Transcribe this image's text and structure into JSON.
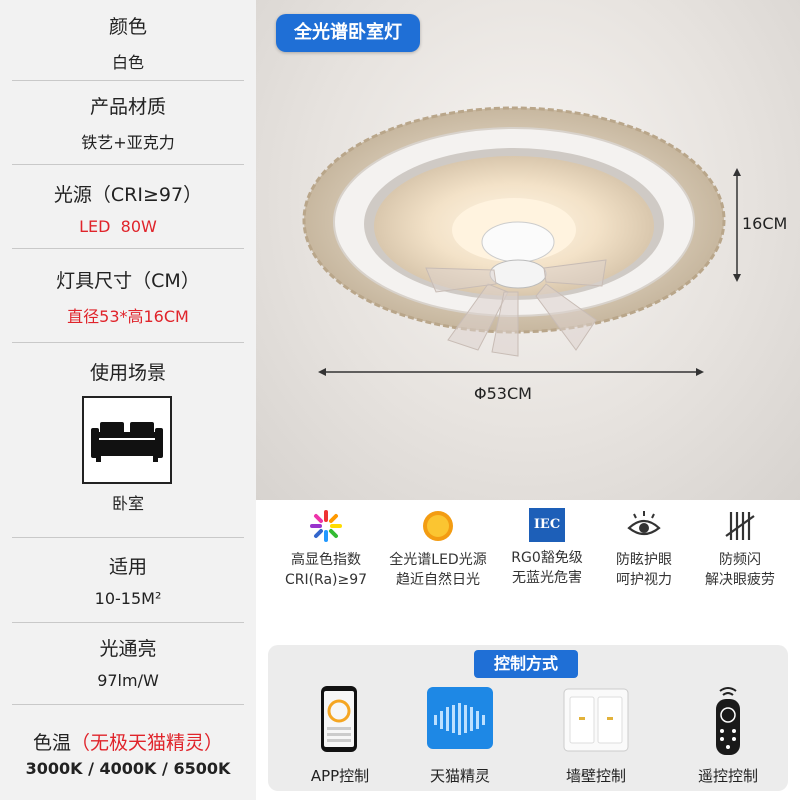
{
  "specs": {
    "color": {
      "label": "颜色",
      "value": "白色"
    },
    "material": {
      "label": "产品材质",
      "value": "铁艺+亚克力"
    },
    "light_source": {
      "label": "光源（CRI≥97）",
      "value": "LED  80W"
    },
    "size": {
      "label": "灯具尺寸（CM）",
      "value": "直径53*高16CM"
    },
    "scene": {
      "label": "使用场景",
      "value": "卧室"
    },
    "area": {
      "label": "适用",
      "value": "10-15M²"
    },
    "luminous": {
      "label": "光通亮",
      "value": "97lm/W"
    },
    "color_temp": {
      "label": "色温",
      "label_note": "（无极天猫精灵）",
      "value": "3000K / 4000K / 6500K"
    }
  },
  "product": {
    "title": "全光谱卧室灯",
    "height_dim": "16CM",
    "diameter_dim": "Φ53CM"
  },
  "features": [
    {
      "icon": "rainbow-icon",
      "line1": "高显色指数",
      "line2": "CRI(Ra)≥97"
    },
    {
      "icon": "sun-icon",
      "line1": "全光谱LED光源",
      "line2": "趋近自然日光"
    },
    {
      "icon": "iec-icon",
      "icon_text": "IEC",
      "line1": "RG0豁免级",
      "line2": "无蓝光危害"
    },
    {
      "icon": "eye-icon",
      "line1": "防眩护眼",
      "line2": "呵护视力"
    },
    {
      "icon": "flicker-icon",
      "line1": "防频闪",
      "line2": "解决眼疲劳"
    }
  ],
  "control": {
    "title": "控制方式",
    "methods": [
      {
        "icon": "phone-app-icon",
        "label": "APP控制"
      },
      {
        "icon": "tmall-genie-icon",
        "label": "天猫精灵"
      },
      {
        "icon": "wall-switch-icon",
        "label": "墙壁控制"
      },
      {
        "icon": "remote-icon",
        "label": "遥控控制"
      }
    ]
  },
  "colors": {
    "accent_blue": "#1f6fd6",
    "red_value": "#e0242b",
    "panel_gray": "#f2f2f2"
  }
}
